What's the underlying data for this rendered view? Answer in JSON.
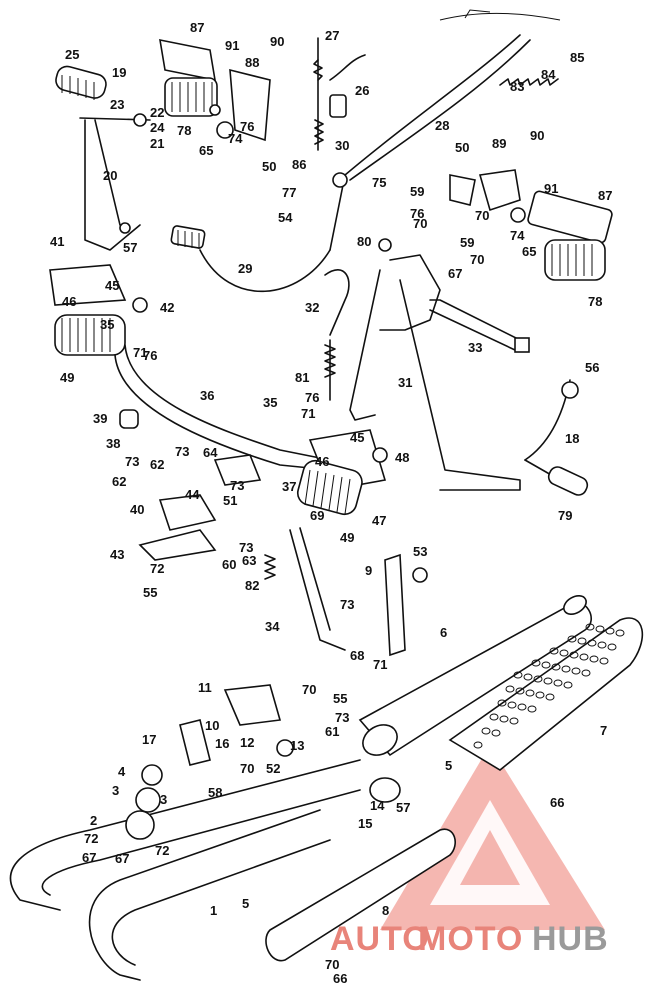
{
  "diagram": {
    "part_numbers": [
      "1",
      "2",
      "3",
      "3",
      "4",
      "5",
      "5",
      "6",
      "7",
      "8",
      "9",
      "10",
      "11",
      "12",
      "13",
      "14",
      "15",
      "16",
      "17",
      "18",
      "19",
      "20",
      "21",
      "22",
      "23",
      "24",
      "25",
      "26",
      "27",
      "28",
      "29",
      "30",
      "31",
      "32",
      "33",
      "34",
      "35",
      "35",
      "36",
      "37",
      "38",
      "39",
      "40",
      "41",
      "42",
      "43",
      "44",
      "45",
      "45",
      "46",
      "46",
      "47",
      "48",
      "49",
      "49",
      "50",
      "50",
      "51",
      "52",
      "53",
      "54",
      "55",
      "55",
      "56",
      "57",
      "57",
      "58",
      "59",
      "59",
      "60",
      "61",
      "62",
      "62",
      "63",
      "64",
      "65",
      "65",
      "66",
      "66",
      "67",
      "67",
      "67",
      "68",
      "69",
      "70",
      "70",
      "70",
      "70",
      "70",
      "70",
      "71",
      "71",
      "71",
      "72",
      "72",
      "72",
      "73",
      "73",
      "73",
      "73",
      "73",
      "73",
      "74",
      "74",
      "75",
      "76",
      "76",
      "76",
      "76",
      "77",
      "78",
      "78",
      "79",
      "80",
      "81",
      "82",
      "83",
      "84",
      "85",
      "86",
      "87",
      "87",
      "88",
      "89",
      "90",
      "90",
      "91",
      "91"
    ]
  },
  "watermark": {
    "part1": "AUTO",
    "part2": "MOTO",
    "part3": "HUB",
    "color_logo": "#e8847a",
    "color_hub": "#9a9a9a"
  }
}
